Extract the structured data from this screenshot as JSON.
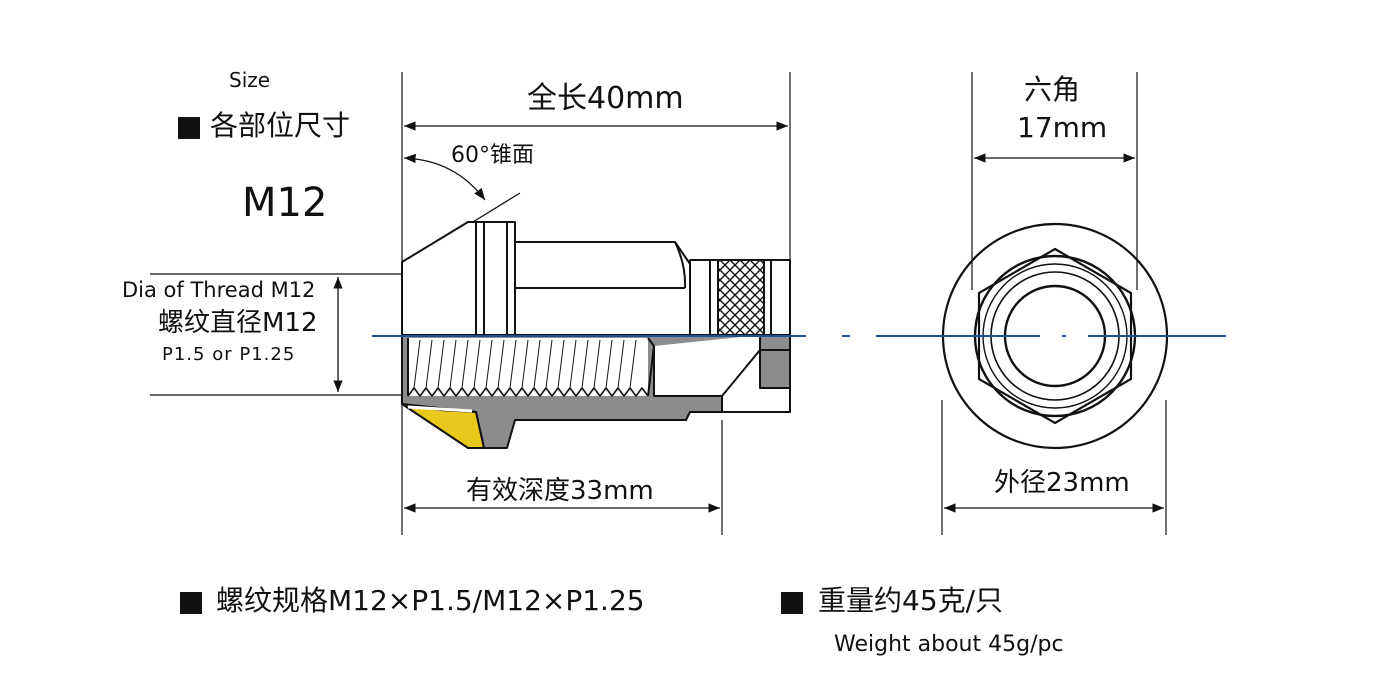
{
  "header": {
    "size_en": "Size",
    "size_zh": "各部位尺寸",
    "model": "M12"
  },
  "thread_dia": {
    "en": "Dia of Thread M12",
    "zh": "螺纹直径M12",
    "pitch": "P1.5 or P1.25"
  },
  "dimensions": {
    "total_length": "全长40mm",
    "cone": "60°锥面",
    "effective_depth": "有效深度33mm",
    "hex_label": "六角",
    "hex_size": "17mm",
    "outer_dia": "外径23mm"
  },
  "footer": {
    "thread_spec": "螺纹规格M12×P1.5/M12×P1.25",
    "weight_zh": "重量约45克/只",
    "weight_en": "Weight about 45g/pc"
  },
  "colors": {
    "outline": "#111111",
    "gray_section": "#8c8c8c",
    "yellow_section": "#e8c81a",
    "center_line": "#1f4f96"
  }
}
